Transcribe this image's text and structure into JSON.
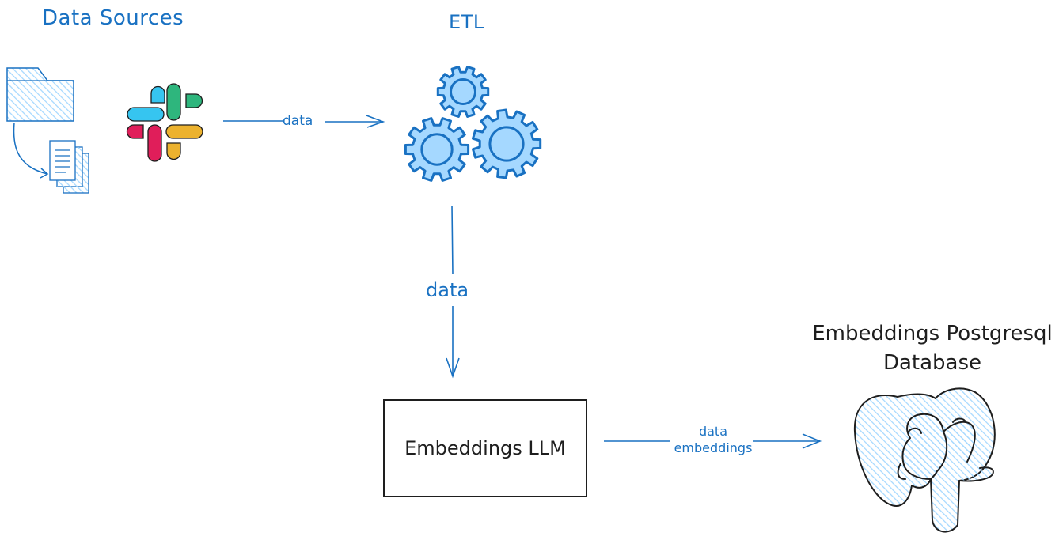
{
  "labels": {
    "data_sources": "Data Sources",
    "etl": "ETL",
    "edge_sources_etl": "data",
    "edge_etl_llm": "data",
    "edge_llm_db_line1": "data",
    "edge_llm_db_line2": "embeddings",
    "llm_box": "Embeddings LLM",
    "db_title_line1": "Embeddings Postgresql",
    "db_title_line2": "Database"
  },
  "colors": {
    "accent_blue": "#1971c2",
    "light_blue_fill": "#a5d8ff",
    "ink": "#1e1e1e",
    "slack_blue": "#36c5f0",
    "slack_green": "#2eb67d",
    "slack_red": "#e01e5a",
    "slack_yellow": "#ecb22e"
  },
  "icons": [
    "folder-icon",
    "documents-icon",
    "slack-logo",
    "gears-icon",
    "postgresql-elephant-icon"
  ]
}
